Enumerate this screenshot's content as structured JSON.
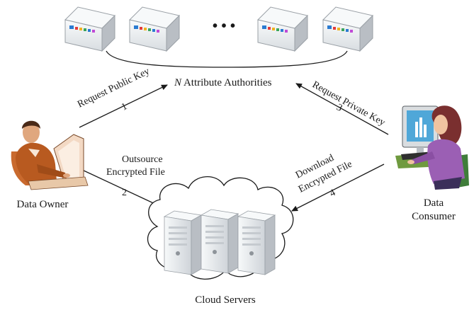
{
  "attribute_authorities": {
    "n_prefix": "N",
    "label": " Attribute Authorities",
    "ellipsis": "• • •"
  },
  "data_owner": {
    "label": "Data Owner"
  },
  "data_consumer": {
    "line1": "Data",
    "line2": "Consumer"
  },
  "cloud": {
    "label": "Cloud Servers"
  },
  "arrows": {
    "request_public_key": {
      "text": "Request Public Key",
      "step": "1"
    },
    "outsource": {
      "line1": "Outsource",
      "line2": "Encrypted File",
      "step": "2"
    },
    "request_private_key": {
      "text": "Request Private Key",
      "step": "3"
    },
    "download": {
      "line1": "Download",
      "line2": "Encrypted File",
      "step": "4"
    }
  },
  "colors": {
    "line": "#1a1a1a",
    "box_body": "#eef1f2",
    "box_top": "#f7f9fa",
    "box_side": "#b9bec4",
    "server_body": "#e9ecee",
    "consumer_top": "#9b5fb4",
    "consumer_hair": "#7a2f2f",
    "monitor_screen": "#4fa7d8"
  }
}
